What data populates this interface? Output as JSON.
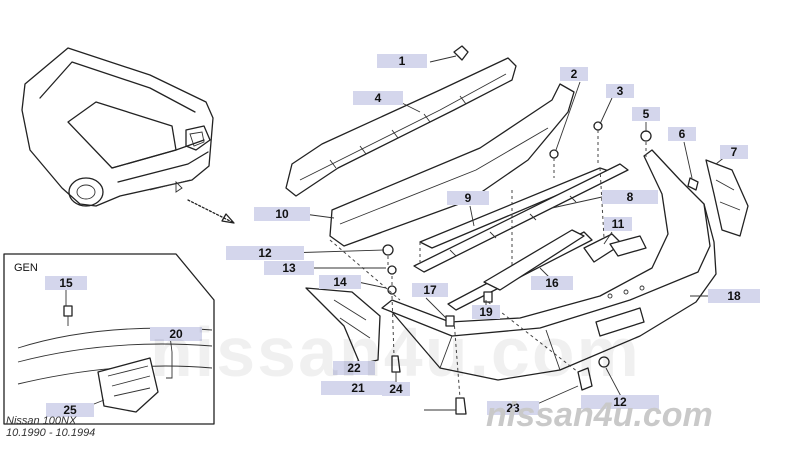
{
  "diagram": {
    "gen_label": "GEN",
    "model_name": "Nissan 100NX",
    "model_years": "10.1990 - 10.1994",
    "brand": "nissan4u.com",
    "watermark": "nissan4u.com",
    "callouts": [
      "1",
      "2",
      "3",
      "4",
      "5",
      "6",
      "7",
      "8",
      "9",
      "10",
      "11",
      "12",
      "12",
      "12",
      "13",
      "14",
      "15",
      "16",
      "17",
      "18",
      "19",
      "20",
      "21",
      "22",
      "23",
      "24",
      "25"
    ]
  }
}
